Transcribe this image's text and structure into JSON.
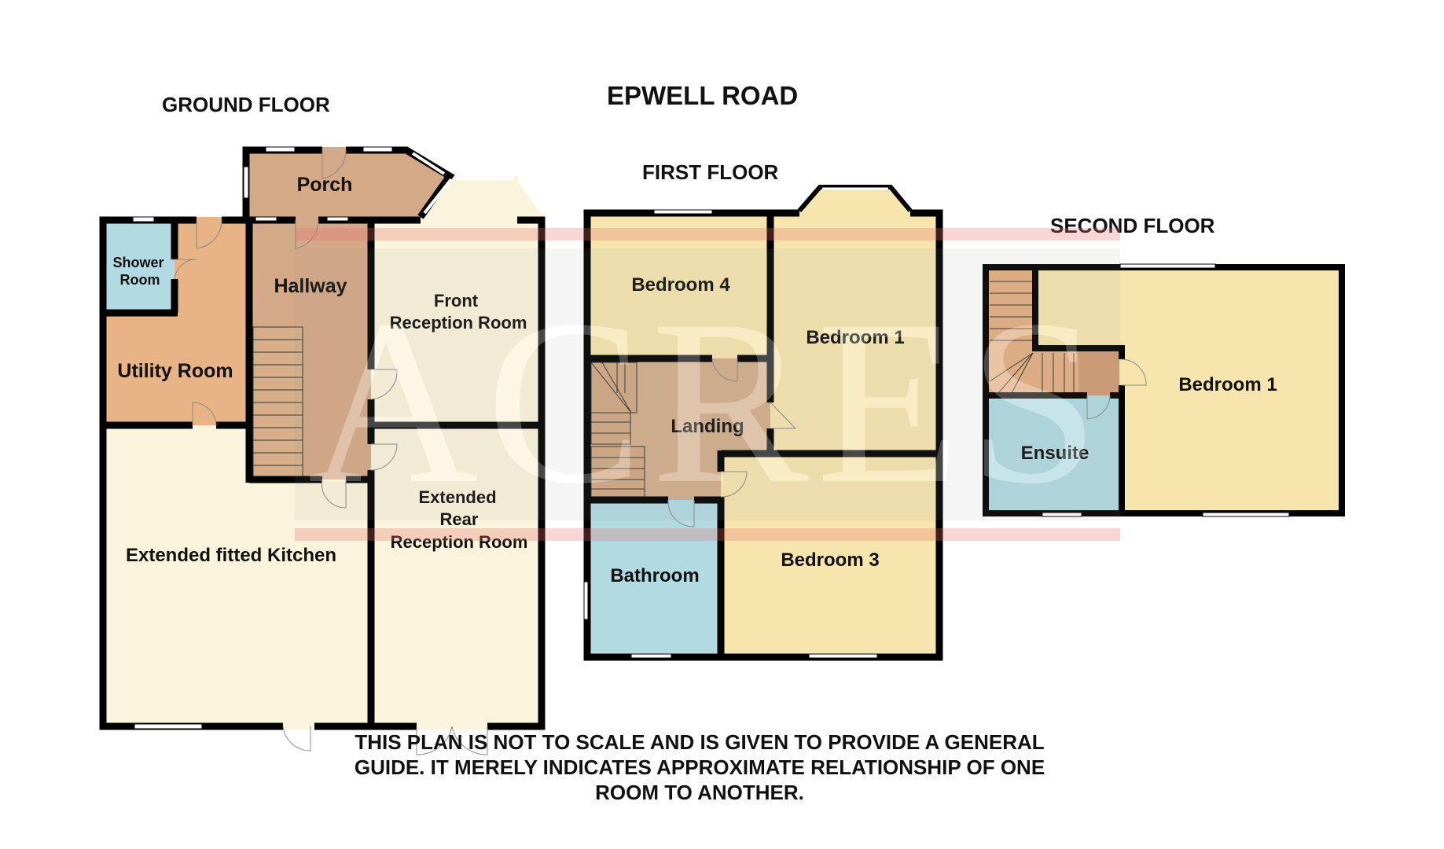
{
  "plan": {
    "title": "EPWELL ROAD",
    "watermark": "ACRES",
    "disclaimer": "THIS PLAN IS NOT TO SCALE AND IS GIVEN TO PROVIDE A GENERAL GUIDE. IT MERELY INDICATES APPROXIMATE RELATIONSHIP OF ONE ROOM TO ANOTHER."
  },
  "colors": {
    "wall": "#000000",
    "kitchen": "#FBF4DC",
    "reception": "#FBF4DC",
    "utility": "#E8B486",
    "hallway": "#D4A988",
    "porch": "#D4A988",
    "bedroom": "#F7E5AE",
    "bathroom": "#B2DAE2",
    "landing": "#D3AE8C",
    "watermark_grey": "#9A9A9A",
    "watermark_red": "#E8706A"
  },
  "floors": {
    "ground": {
      "label": "GROUND FLOOR",
      "rooms": [
        {
          "name": "Porch"
        },
        {
          "name": "Shower Room"
        },
        {
          "name": "Utility Room"
        },
        {
          "name": "Hallway"
        },
        {
          "name": "Front Reception Room"
        },
        {
          "name": "Extended fitted Kitchen"
        },
        {
          "name": "Extended Rear Reception Room"
        }
      ]
    },
    "first": {
      "label": "FIRST FLOOR",
      "rooms": [
        {
          "name": "Bedroom 4"
        },
        {
          "name": "Bedroom 1"
        },
        {
          "name": "Landing"
        },
        {
          "name": "Bathroom"
        },
        {
          "name": "Bedroom 3"
        }
      ]
    },
    "second": {
      "label": "SECOND FLOOR",
      "rooms": [
        {
          "name": "Bedroom 1"
        },
        {
          "name": "Ensuite"
        }
      ]
    }
  },
  "labels": {
    "porch": "Porch",
    "shower_1": "Shower",
    "shower_2": "Room",
    "utility": "Utility Room",
    "hallway": "Hallway",
    "front_1": "Front",
    "front_2": "Reception Room",
    "kitchen": "Extended fitted Kitchen",
    "rear_1": "Extended",
    "rear_2": "Rear",
    "rear_3": "Reception Room",
    "bed4": "Bedroom 4",
    "bed1_first": "Bedroom 1",
    "landing": "Landing",
    "bathroom": "Bathroom",
    "bed3": "Bedroom 3",
    "bed1_second": "Bedroom 1",
    "ensuite": "Ensuite"
  },
  "disclaimer_lines": [
    "THIS PLAN IS NOT TO SCALE AND IS GIVEN TO PROVIDE A GENERAL",
    "GUIDE. IT MERELY INDICATES APPROXIMATE RELATIONSHIP OF ONE",
    "ROOM TO ANOTHER."
  ]
}
